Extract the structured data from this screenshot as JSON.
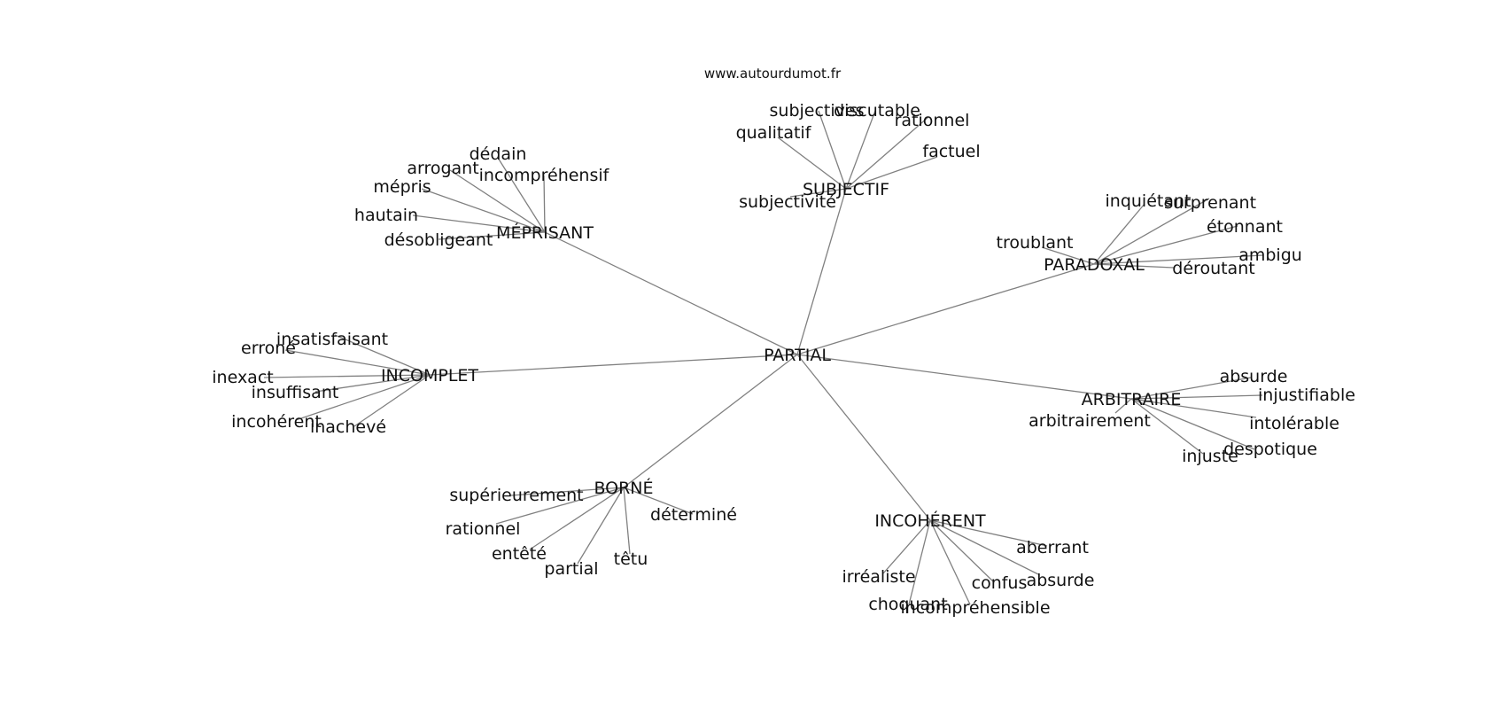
{
  "watermark": "www.autourdumot.fr",
  "center": {
    "label": "PARTIAL"
  },
  "edge_color": "#808080",
  "clusters": [
    {
      "id": "subjectif",
      "label": "SUBJECTIF",
      "leaves": [
        "subjectivité",
        "qualitatif",
        "subjectives",
        "discutable",
        "rationnel",
        "factuel"
      ]
    },
    {
      "id": "meprisant",
      "label": "MÉPRISANT",
      "leaves": [
        "désobligeant",
        "hautain",
        "mépris",
        "arrogant",
        "dédain",
        "incompréhensif"
      ]
    },
    {
      "id": "paradoxal",
      "label": "PARADOXAL",
      "leaves": [
        "troublant",
        "inquiétant",
        "surprenant",
        "étonnant",
        "ambigu",
        "déroutant"
      ]
    },
    {
      "id": "incomplet",
      "label": "INCOMPLET",
      "leaves": [
        "insatisfaisant",
        "erroné",
        "inexact",
        "insuffisant",
        "incohérent",
        "inachevé"
      ]
    },
    {
      "id": "arbitraire",
      "label": "ARBITRAIRE",
      "leaves": [
        "absurde",
        "injustifiable",
        "intolérable",
        "despotique",
        "injuste",
        "arbitrairement"
      ]
    },
    {
      "id": "borne",
      "label": "BORNÉ",
      "leaves": [
        "supérieurement",
        "rationnel",
        "entêté",
        "partial",
        "têtu",
        "déterminé"
      ]
    },
    {
      "id": "incoherent",
      "label": "INCOHÉRENT",
      "leaves": [
        "irréaliste",
        "choquant",
        "incompréhensible",
        "confus",
        "absurde",
        "aberrant"
      ]
    }
  ]
}
